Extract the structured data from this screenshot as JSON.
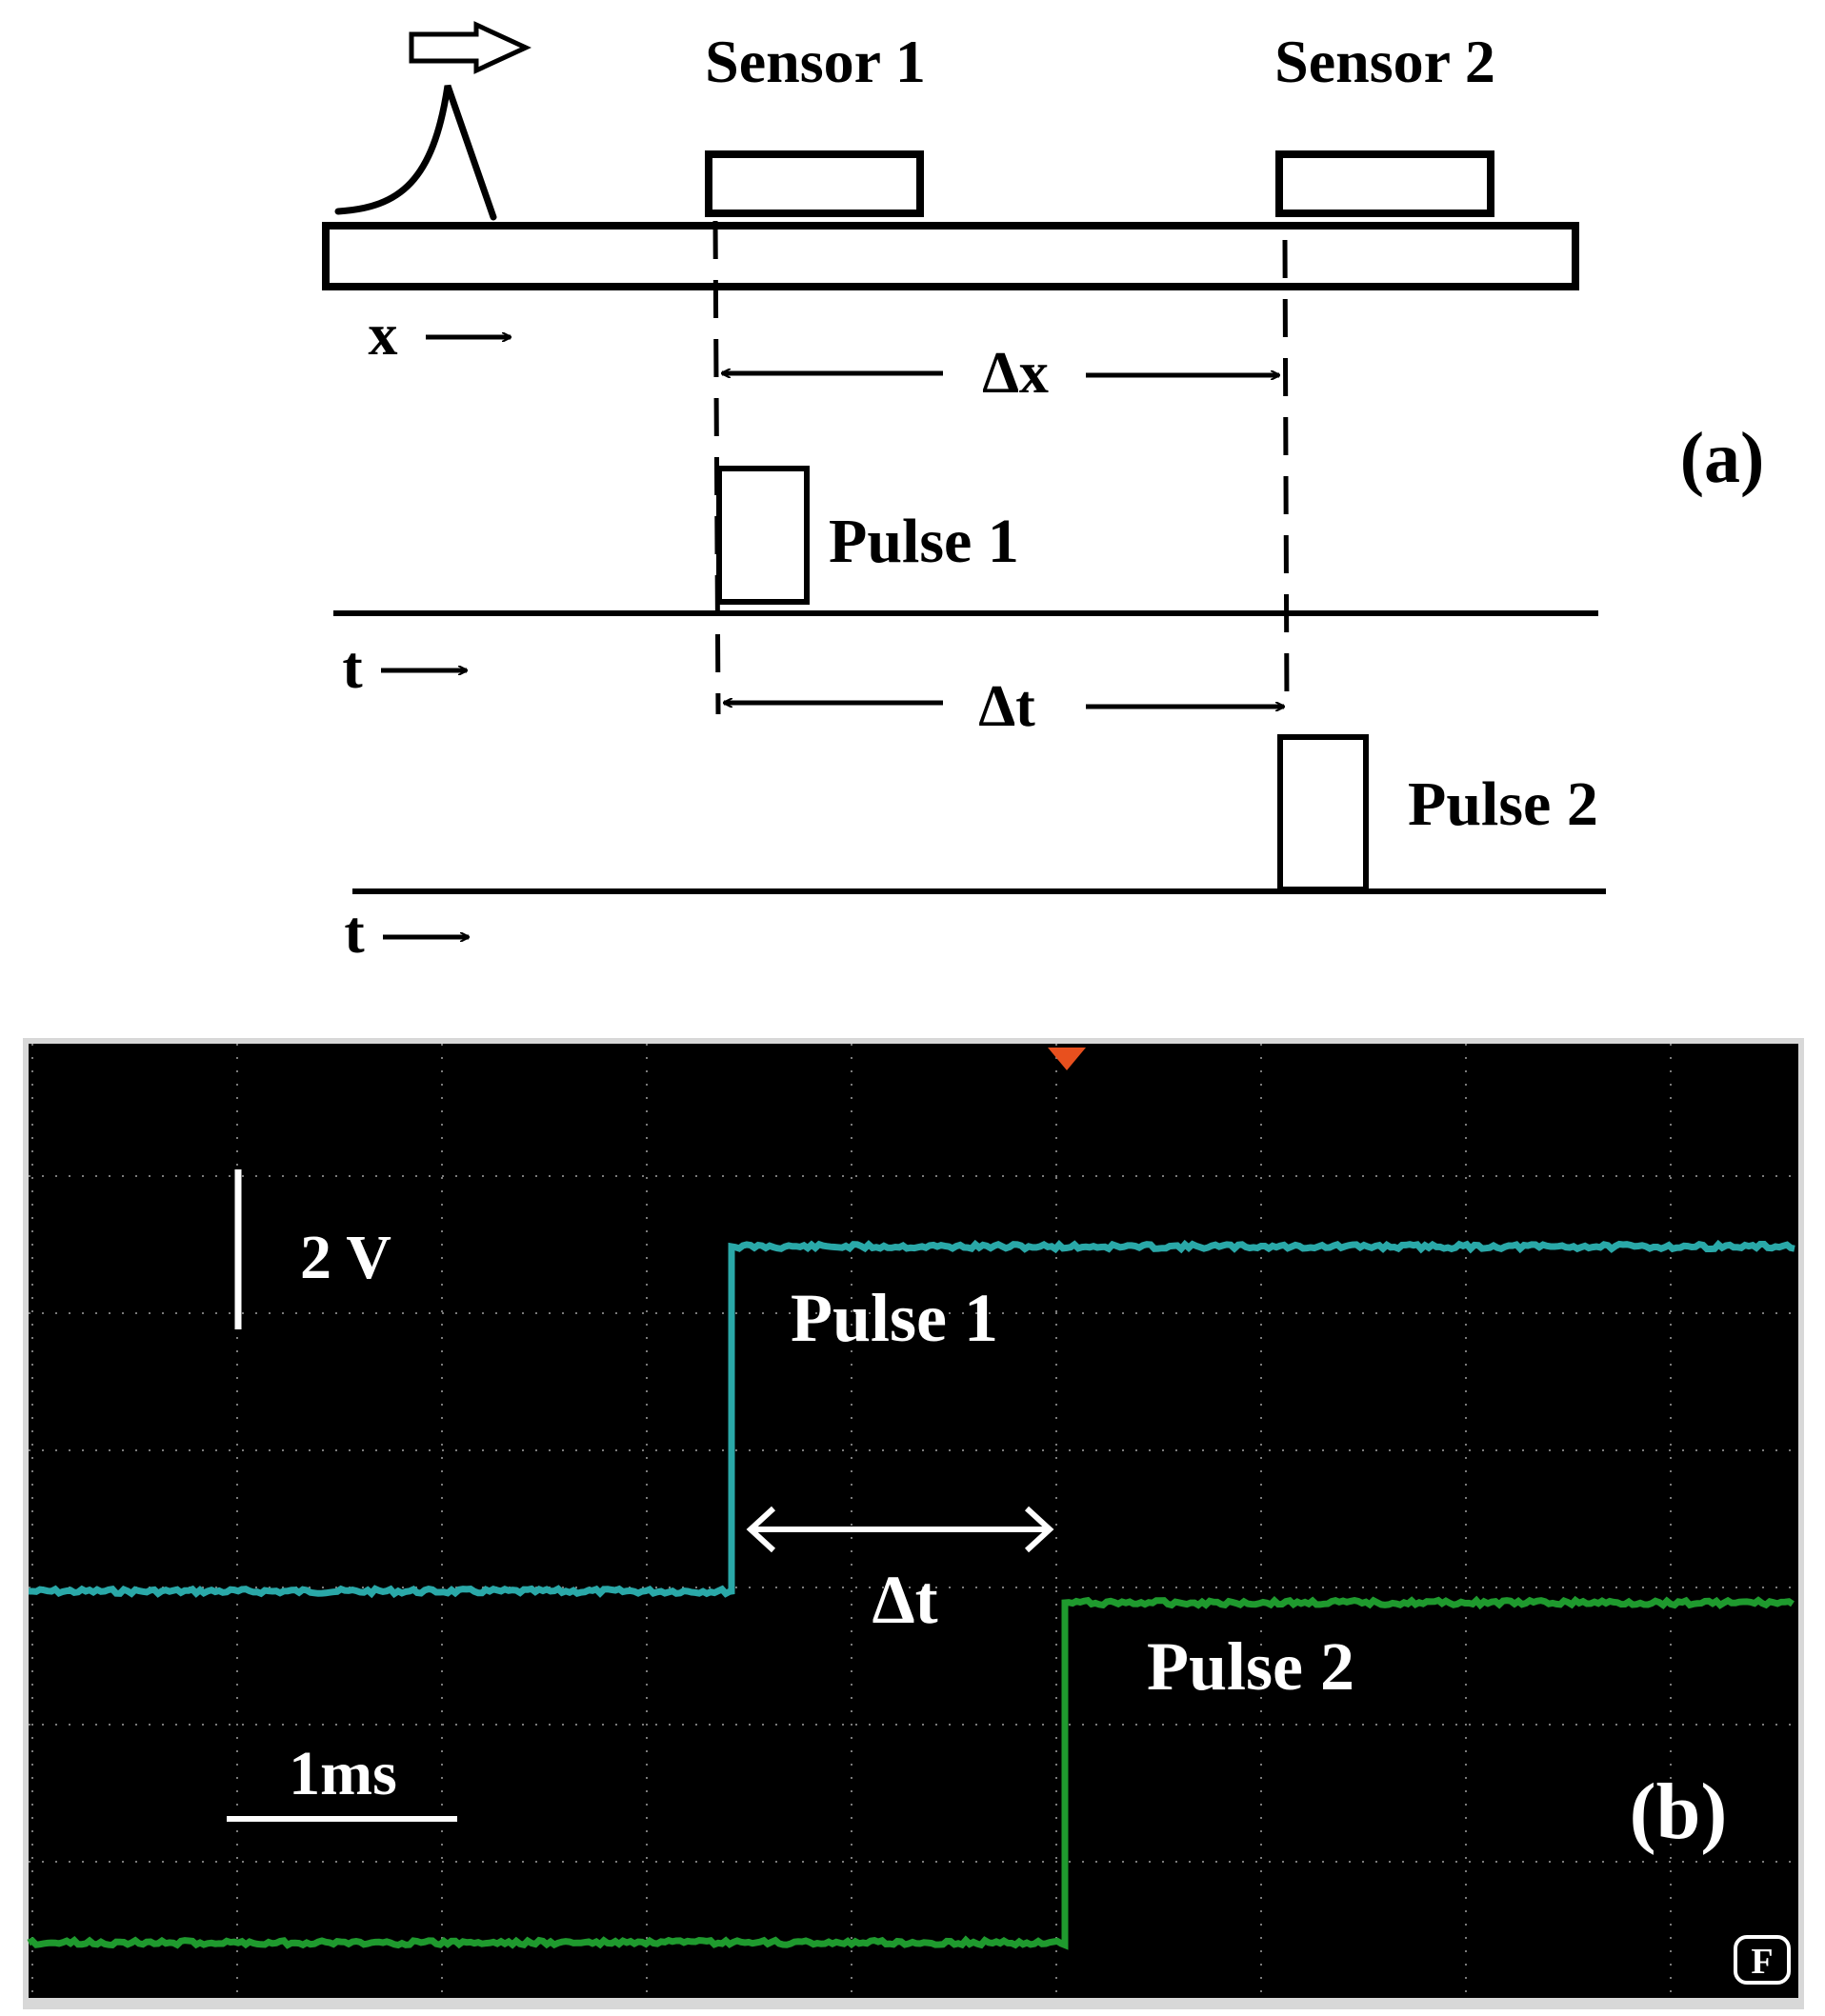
{
  "panel_a": {
    "sensor1_label": "Sensor 1",
    "sensor2_label": "Sensor 2",
    "x_axis_label": "x",
    "delta_x_label": "Δx",
    "pulse1_label": "Pulse 1",
    "pulse2_label": "Pulse 2",
    "t_axis_label_1": "t",
    "t_axis_label_2": "t",
    "delta_t_label": "Δt",
    "panel_label": "(a)"
  },
  "panel_b": {
    "voltage_scale_label": "2 V",
    "time_scale_label": "1ms",
    "pulse1_label": "Pulse 1",
    "pulse2_label": "Pulse 2",
    "delta_t_label": "Δt",
    "panel_label": "(b)",
    "corner_badge": "F",
    "colors": {
      "screen_background": "#000000",
      "pulse1_trace": "#2aa8a8",
      "pulse2_trace": "#1f9a2e",
      "trigger_marker": "#e8501e",
      "grid_dots": "#7a7a7a"
    }
  }
}
